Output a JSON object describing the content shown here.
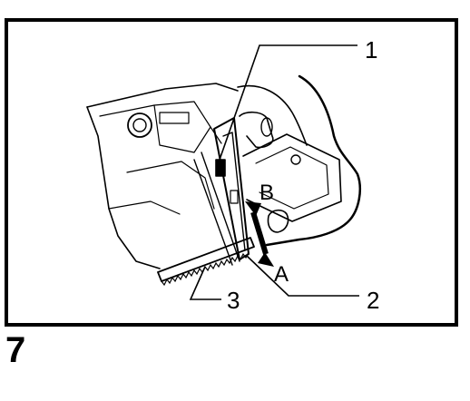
{
  "figure": {
    "number": "7",
    "callouts": {
      "one": "1",
      "two": "2",
      "three": "3"
    },
    "arrow_labels": {
      "a": "A",
      "b": "B"
    }
  }
}
